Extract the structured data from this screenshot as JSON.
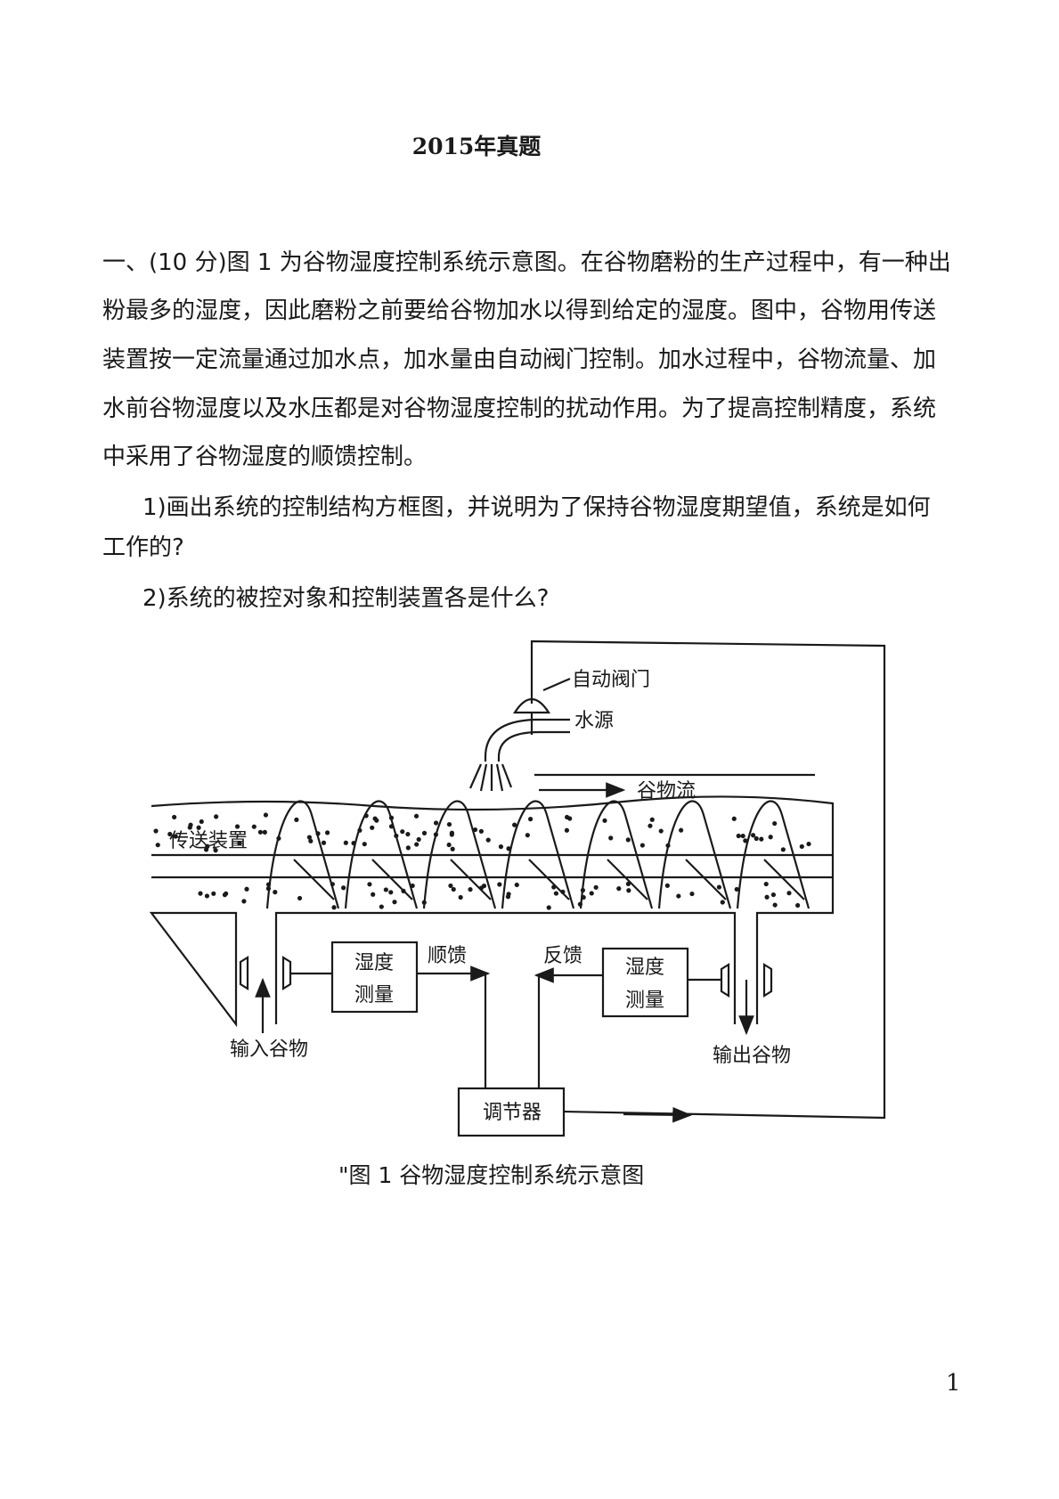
{
  "title": "2015年真题",
  "question": {
    "lines": [
      "一、(10 分)图 1 为谷物湿度控制系统示意图。在谷物磨粉的生产过程中，有一种出",
      "粉最多的湿度，因此磨粉之前要给谷物加水以得到给定的湿度。图中，谷物用传送",
      "装置按一定流量通过加水点，加水量由自动阀门控制。加水过程中，谷物流量、加",
      "水前谷物湿度以及水压都是对谷物湿度控制的扰动作用。为了提高控制精度，系统",
      "中采用了谷物湿度的顺馈控制。"
    ],
    "sub1_line1": "1)画出系统的控制结构方框图，并说明为了保持谷物湿度期望值，系统是如何",
    "sub1_line2": "工作的?",
    "sub2": "2)系统的被控对象和控制装置各是什么?"
  },
  "figure": {
    "labels": {
      "valve": "自动阀门",
      "water": "水源",
      "grain_flow": "谷物流",
      "conveyor": "传送装置",
      "sensor_left_1": "湿度",
      "sensor_left_2": "测量",
      "feedforward": "顺馈",
      "feedback": "反馈",
      "sensor_right_1": "湿度",
      "sensor_right_2": "测量",
      "input": "输入谷物",
      "output": "输出谷物",
      "regulator": "调节器"
    },
    "caption": "\"图 1  谷物湿度控制系统示意图"
  },
  "page_number": "1"
}
